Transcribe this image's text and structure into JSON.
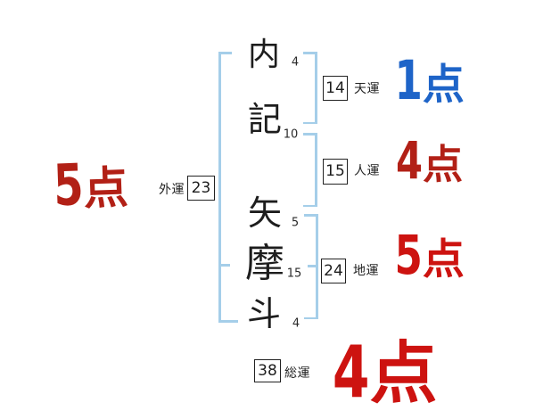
{
  "name": {
    "characters": [
      {
        "char": "内",
        "strokes": "4"
      },
      {
        "char": "記",
        "strokes": "10"
      },
      {
        "char": "矢",
        "strokes": "5"
      },
      {
        "char": "摩",
        "strokes": "15"
      },
      {
        "char": "斗",
        "strokes": "4"
      }
    ]
  },
  "fortunes": {
    "ten": {
      "value": "14",
      "label": "天運"
    },
    "jin": {
      "value": "15",
      "label": "人運"
    },
    "chi": {
      "value": "24",
      "label": "地運"
    },
    "gai": {
      "value": "23",
      "label": "外運"
    },
    "sou": {
      "value": "38",
      "label": "総運"
    }
  },
  "scores": {
    "gai": {
      "value": "5",
      "unit": "点",
      "color": "#b22016"
    },
    "ten": {
      "value": "1",
      "unit": "点",
      "color": "#1e64c8"
    },
    "jin": {
      "value": "4",
      "unit": "点",
      "color": "#b22016"
    },
    "chi": {
      "value": "5",
      "unit": "点",
      "color": "#cd1310"
    },
    "sou": {
      "value": "4",
      "unit": "点",
      "color": "#cd1310"
    }
  },
  "bracket_color": "#a5cee9"
}
